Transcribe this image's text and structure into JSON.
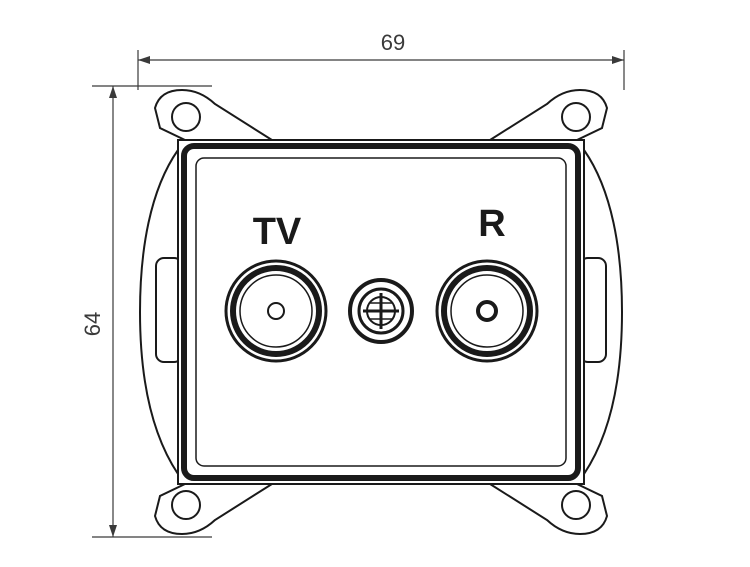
{
  "dimensions": {
    "width_label": "69",
    "height_label": "64"
  },
  "labels": {
    "left_socket": "TV",
    "right_socket": "R"
  }
}
